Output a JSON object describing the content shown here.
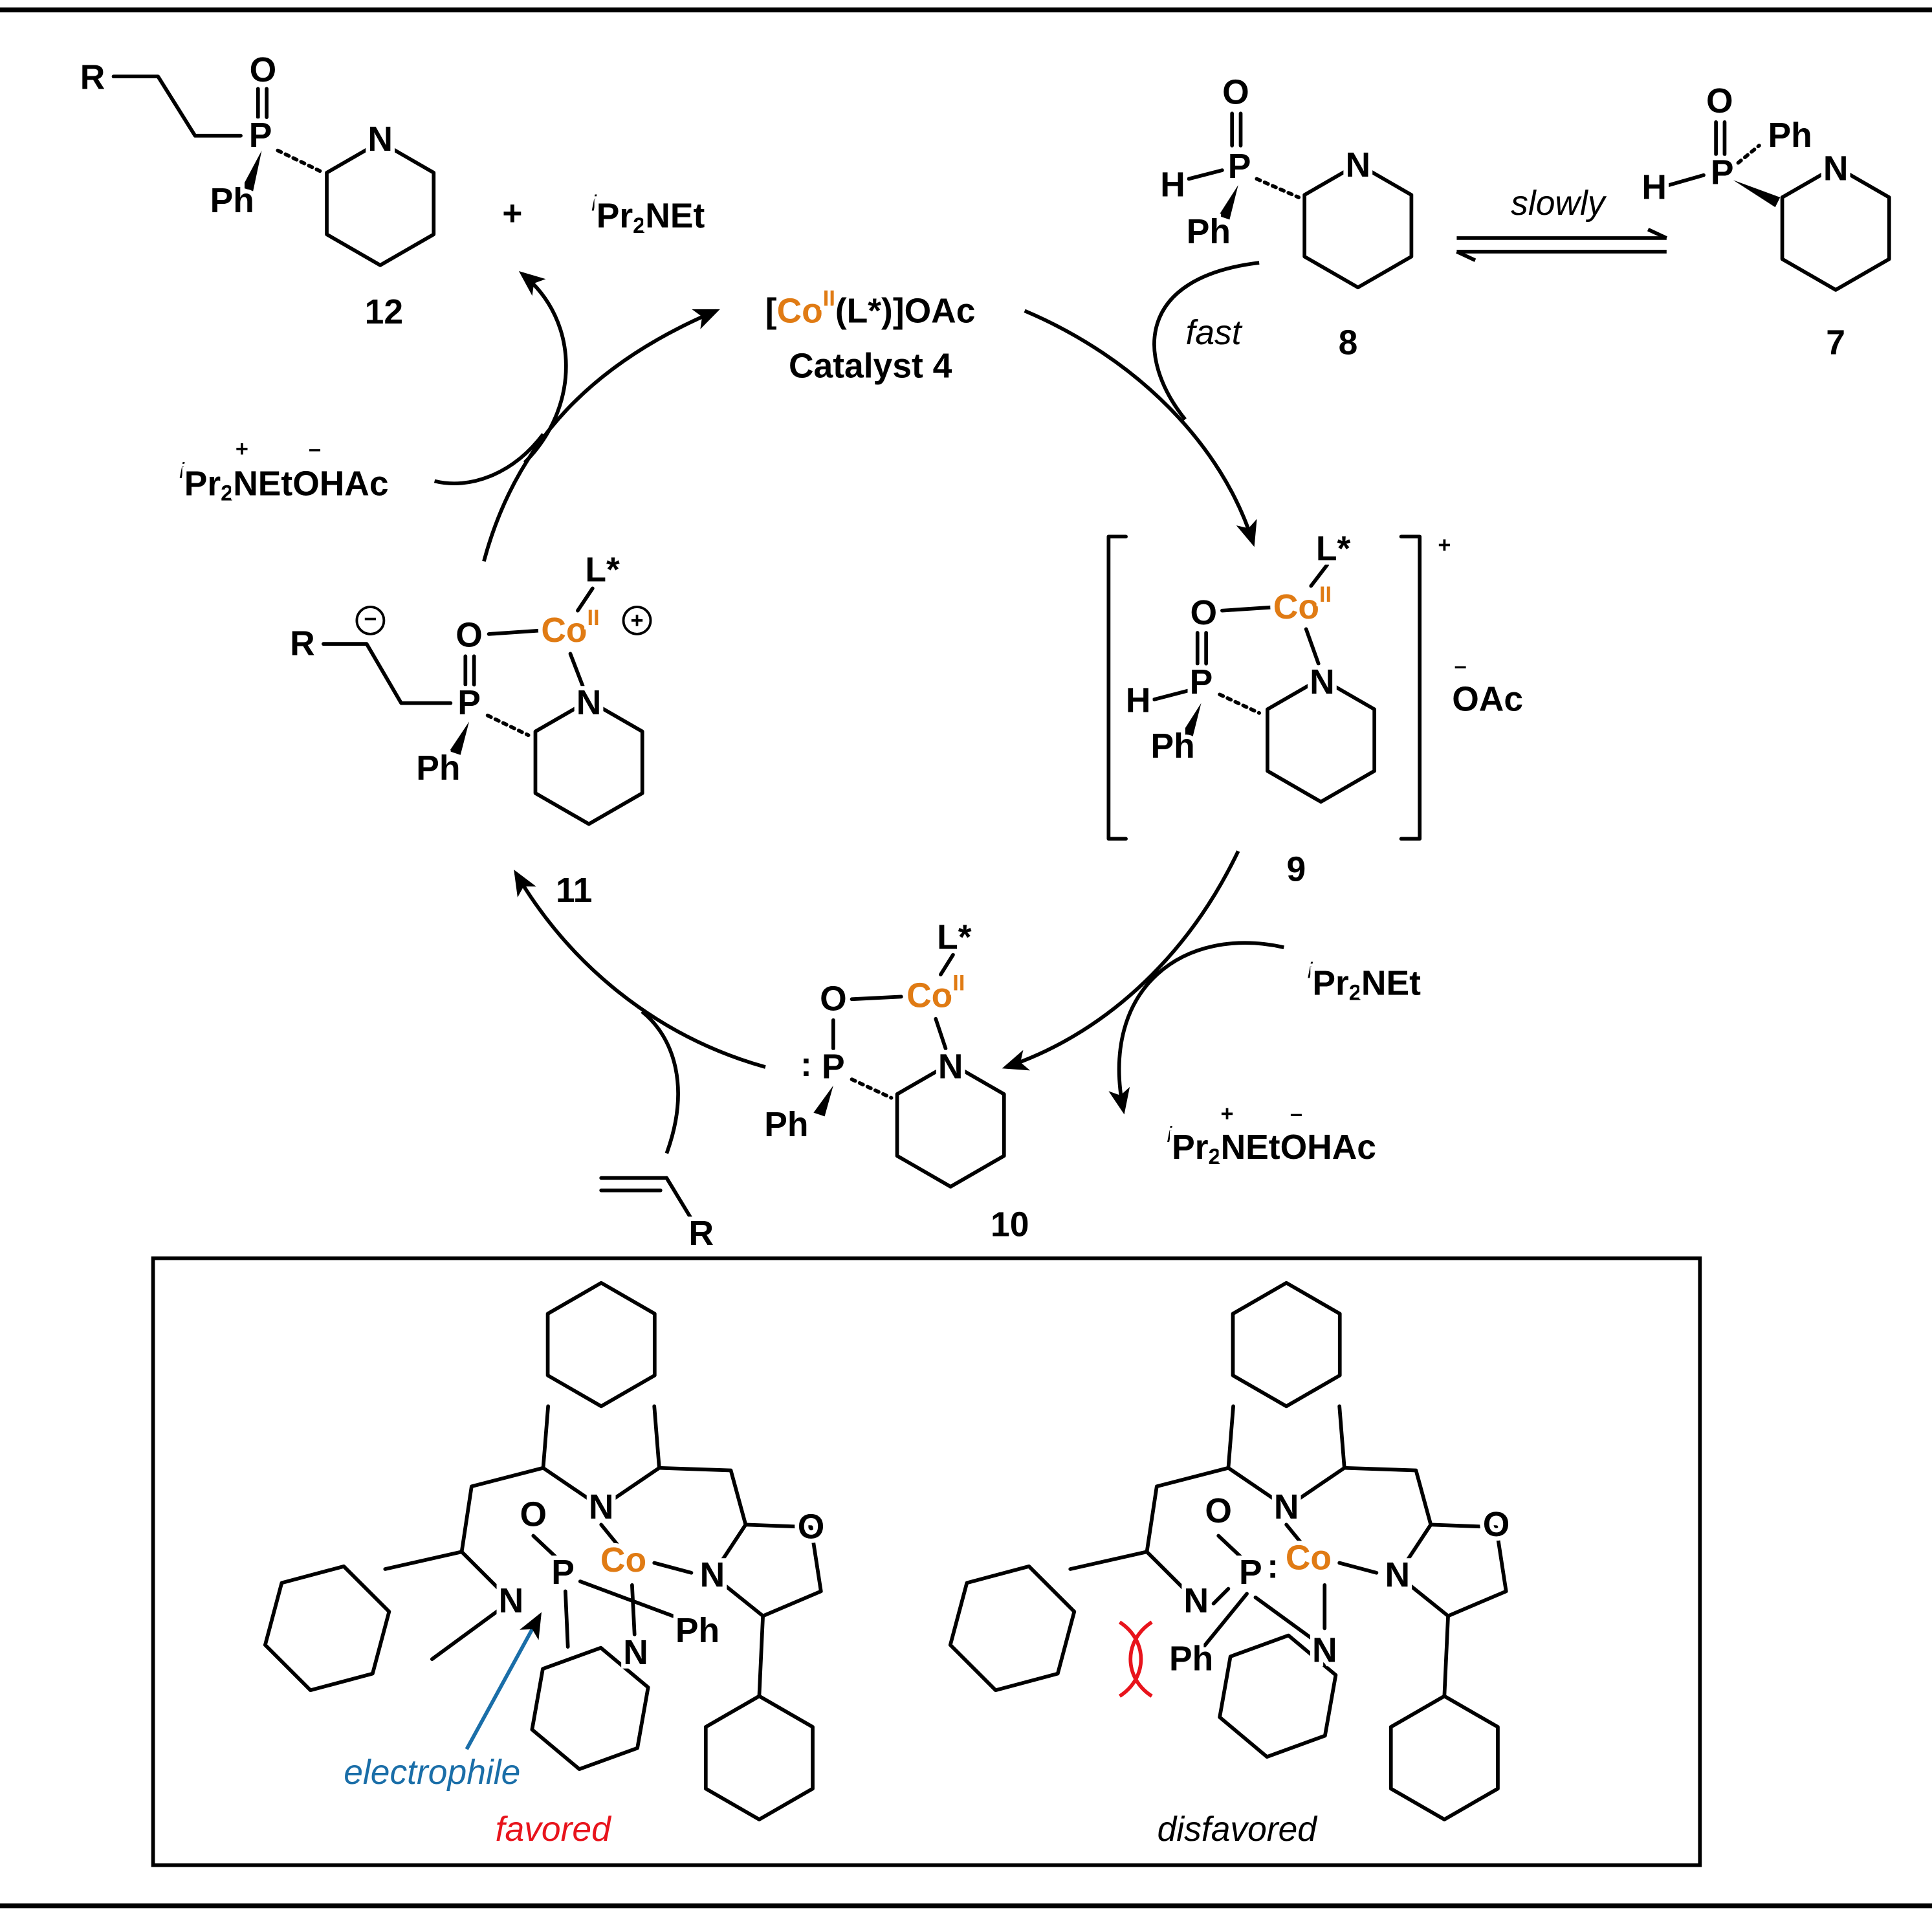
{
  "colors": {
    "cobalt": "#E07B14",
    "electrophile": "#1A6EA8",
    "favored": "#E8141C"
  },
  "atoms": {
    "R": "R",
    "O": "O",
    "P": "P",
    "N": "N",
    "H": "H",
    "Ph": "Ph",
    "Co": "Co",
    "ox": "II",
    "L": "L*",
    "lonepair": ":"
  },
  "compound12": {
    "label": "12"
  },
  "plus": "+",
  "base": {
    "i": "i",
    "pr": "Pr",
    "two": "2",
    "net": "NEt"
  },
  "salt": {
    "i": "i",
    "pr": "Pr",
    "two": "2",
    "rest": "NEtOHAc",
    "plus": "+",
    "minus": "–"
  },
  "catalyst": {
    "open": "[",
    "co": "Co",
    "ox": "II",
    "rest": "(L*)]OAc",
    "name": "Catalyst 4"
  },
  "compound8": {
    "label": "8"
  },
  "compound7": {
    "label": "7"
  },
  "compound9": {
    "label": "9",
    "charge": "+",
    "counterion": "OAc",
    "counter_charge": "–"
  },
  "compound10": {
    "label": "10"
  },
  "compound11": {
    "label": "11",
    "minus": "−",
    "plus": "+"
  },
  "arrows": {
    "slowly": "slowly",
    "fast": "fast"
  },
  "inset": {
    "electrophile": "electrophile",
    "favored": "favored",
    "disfavored": "disfavored"
  }
}
